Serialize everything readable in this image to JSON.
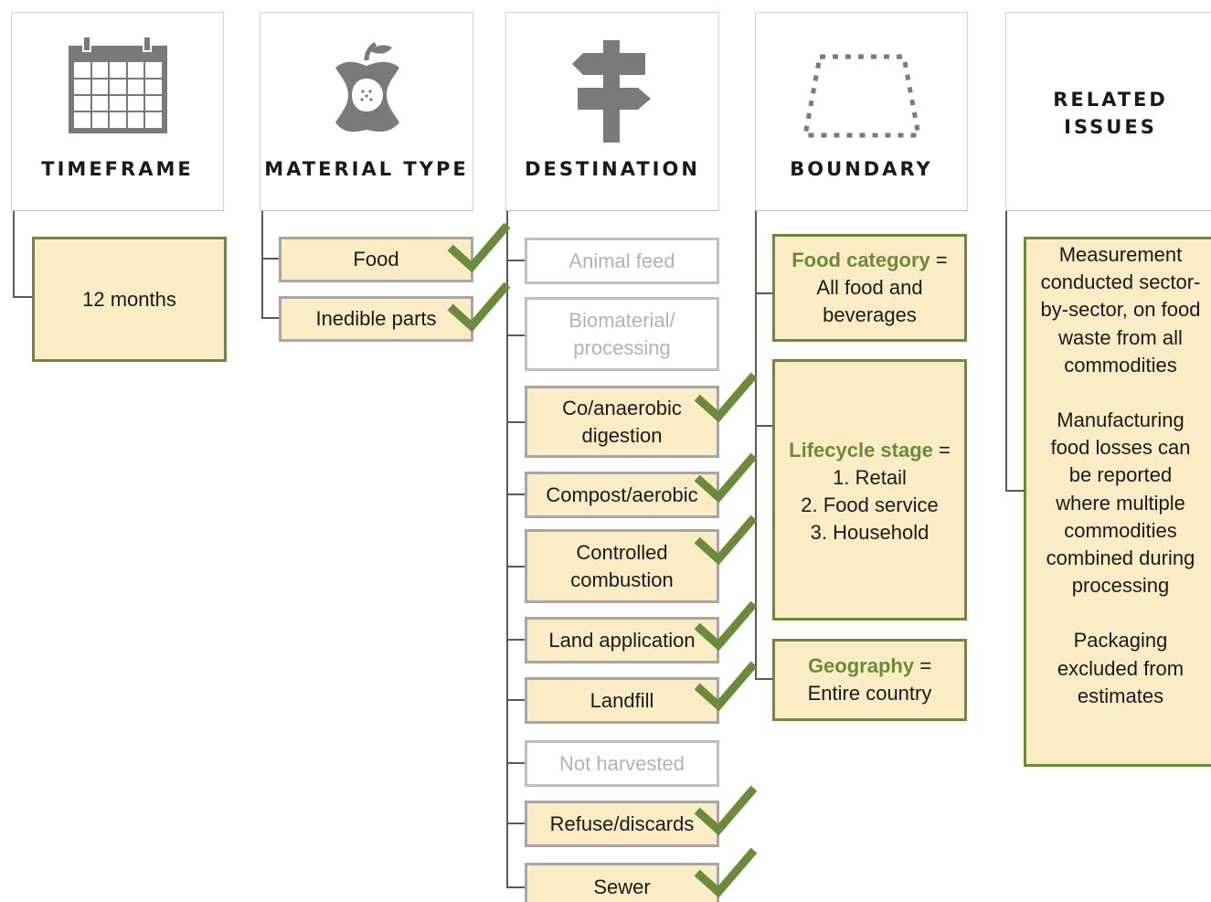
{
  "headers": {
    "timeframe": "TIMEFRAME",
    "material_type": "MATERIAL TYPE",
    "destination": "DESTINATION",
    "boundary": "BOUNDARY",
    "related_issues": "RELATED\nISSUES"
  },
  "icons": {
    "timeframe": "calendar-icon",
    "material_type": "apple-core-icon",
    "destination": "signpost-icon",
    "boundary": "dotted-boundary-icon"
  },
  "timeframe": {
    "value": "12 months"
  },
  "material_types": [
    {
      "label": "Food",
      "checked": true
    },
    {
      "label": "Inedible parts",
      "checked": true
    }
  ],
  "destinations": [
    {
      "label": "Animal feed",
      "checked": false
    },
    {
      "label": "Biomaterial/ processing",
      "checked": false
    },
    {
      "label": "Co/anaerobic digestion",
      "checked": true
    },
    {
      "label": "Compost/aerobic",
      "checked": true
    },
    {
      "label": "Controlled combustion",
      "checked": true
    },
    {
      "label": "Land application",
      "checked": true
    },
    {
      "label": "Landfill",
      "checked": true
    },
    {
      "label": "Not harvested",
      "checked": false
    },
    {
      "label": "Refuse/discards",
      "checked": true
    },
    {
      "label": "Sewer",
      "checked": true
    }
  ],
  "boundary": {
    "food_category": {
      "key": "Food category",
      "eq": " =",
      "value": "All food and beverages"
    },
    "lifecycle_stage": {
      "key": "Lifecycle stage",
      "eq": " =",
      "items": [
        "1. Retail",
        "2. Food service",
        "3. Household"
      ]
    },
    "geography": {
      "key": "Geography",
      "eq": " =",
      "value": "Entire country"
    }
  },
  "related_issues": {
    "para1": "Measurement conducted sector-by-sector, on food waste from all commodities",
    "para2": "Manufacturing food losses can be reported where multiple commodities combined during processing",
    "para3": "Packaging excluded from estimates"
  },
  "colors": {
    "accent_green": "#6a8c3a",
    "box_fill": "#fcecc6",
    "icon_gray": "#7a7a7a"
  }
}
